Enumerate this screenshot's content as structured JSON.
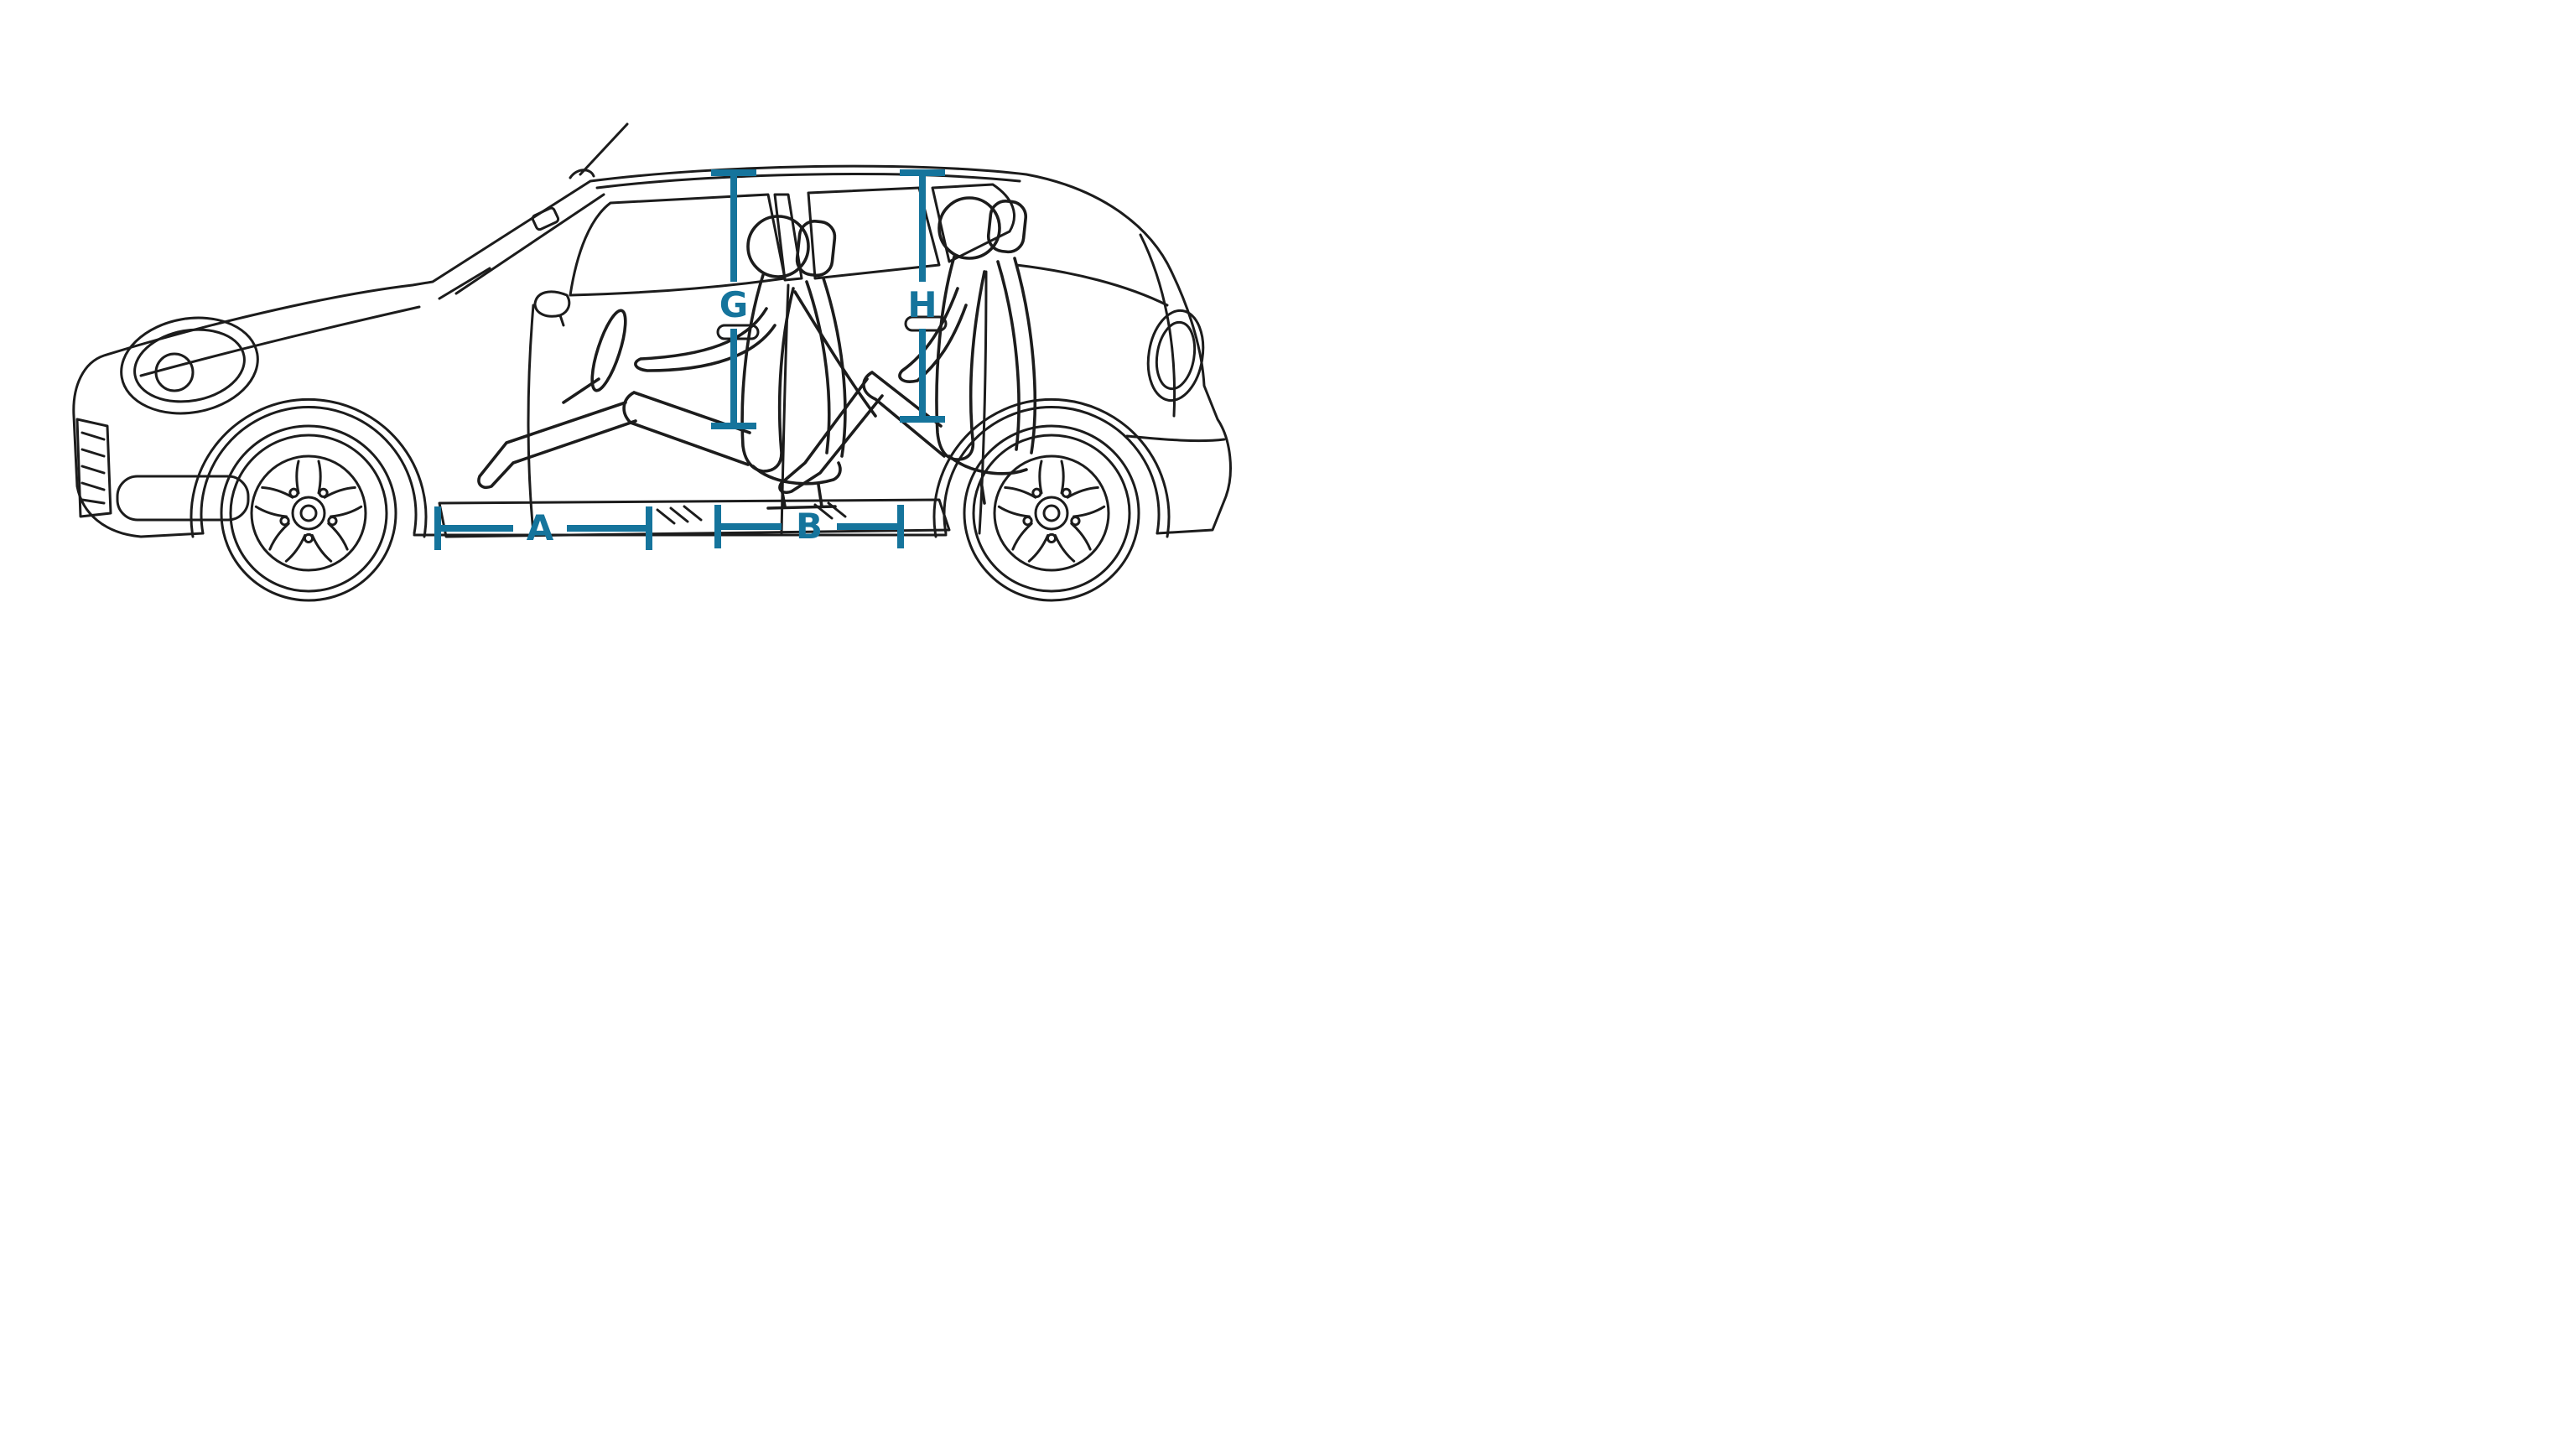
{
  "diagram": {
    "subject": "car-side-view-interior-dimension-diagram",
    "background_color": "#ffffff",
    "outline_color": "#1c1c1c",
    "accent_color": "#15749c",
    "dimension_markers": {
      "A": {
        "label": "A",
        "orientation": "horizontal"
      },
      "B": {
        "label": "B",
        "orientation": "horizontal"
      },
      "G": {
        "label": "G",
        "orientation": "vertical"
      },
      "H": {
        "label": "H",
        "orientation": "vertical"
      }
    }
  }
}
